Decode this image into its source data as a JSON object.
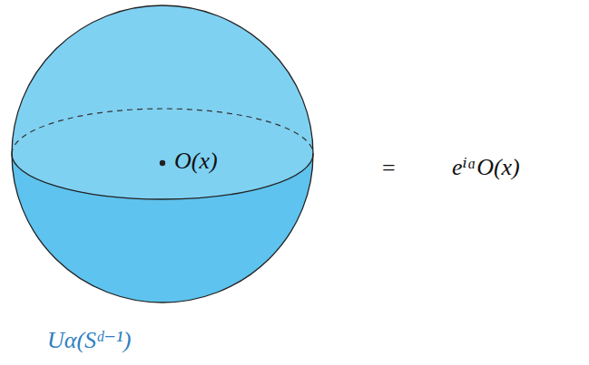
{
  "diagram": {
    "nodes": [
      {
        "text": [
          "O(x)",
          "Uα(Sᵈ⁻¹)"
        ]
      }
    ],
    "labels": [
      "=",
      "eⁱᵅO(x)"
    ]
  }
}
